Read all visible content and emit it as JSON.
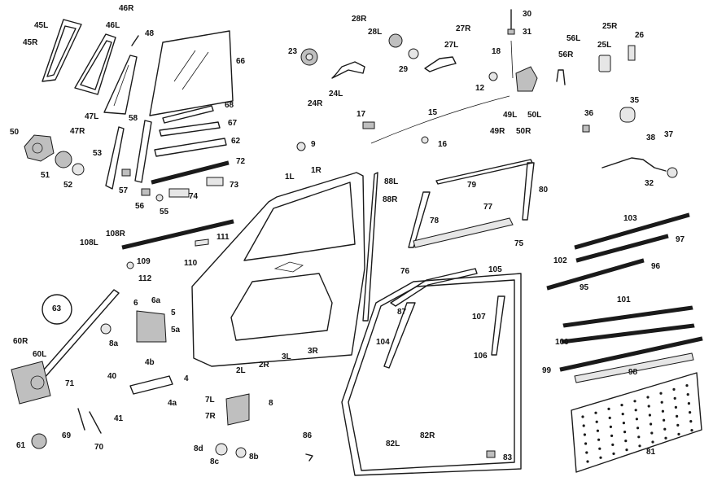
{
  "labels": {
    "l_46R": "46R",
    "l_45L": "45L",
    "l_45R": "45R",
    "l_46L": "46L",
    "l_48": "48",
    "l_66": "66",
    "l_28R": "28R",
    "l_28L": "28L",
    "l_27R": "27R",
    "l_27L": "27L",
    "l_23": "23",
    "l_29": "29",
    "l_24L": "24L",
    "l_24R": "24R",
    "l_30": "30",
    "l_31": "31",
    "l_18": "18",
    "l_12": "12",
    "l_25R": "25R",
    "l_25L": "25L",
    "l_26": "26",
    "l_56L": "56L",
    "l_56R": "56R",
    "l_47L": "47L",
    "l_47R": "47R",
    "l_50": "50",
    "l_58": "58",
    "l_68": "68",
    "l_67": "67",
    "l_62": "62",
    "l_72": "72",
    "l_73": "73",
    "l_74": "74",
    "l_53": "53",
    "l_51": "51",
    "l_52": "52",
    "l_57": "57",
    "l_56": "56",
    "l_55": "55",
    "l_17": "17",
    "l_15": "15",
    "l_16": "16",
    "l_9": "9",
    "l_49L": "49L",
    "l_50L": "50L",
    "l_49R": "49R",
    "l_50R": "50R",
    "l_35": "35",
    "l_36": "36",
    "l_38": "38",
    "l_37": "37",
    "l_32": "32",
    "l_1L": "1L",
    "l_1R": "1R",
    "l_88L": "88L",
    "l_88R": "88R",
    "l_79": "79",
    "l_80": "80",
    "l_77": "77",
    "l_78": "78",
    "l_75": "75",
    "l_103": "103",
    "l_97": "97",
    "l_102": "102",
    "l_96": "96",
    "l_95": "95",
    "l_108R": "108R",
    "l_108L": "108L",
    "l_111": "111",
    "l_110": "110",
    "l_109": "109",
    "l_112": "112",
    "l_76": "76",
    "l_105": "105",
    "l_87": "87",
    "l_107": "107",
    "l_104": "104",
    "l_106": "106",
    "l_101": "101",
    "l_100": "100",
    "l_99": "99",
    "l_98": "98",
    "l_63": "63",
    "l_60R": "60R",
    "l_60L": "60L",
    "l_71": "71",
    "l_69": "69",
    "l_70": "70",
    "l_61": "61",
    "l_6": "6",
    "l_6a": "6a",
    "l_5": "5",
    "l_5a": "5a",
    "l_8a": "8a",
    "l_4b": "4b",
    "l_40": "40",
    "l_4": "4",
    "l_4a": "4a",
    "l_41": "41",
    "l_2L": "2L",
    "l_2R": "2R",
    "l_3L": "3L",
    "l_3R": "3R",
    "l_7L": "7L",
    "l_7R": "7R",
    "l_8": "8",
    "l_8d": "8d",
    "l_8c": "8c",
    "l_8b": "8b",
    "l_86": "86",
    "l_82L": "82L",
    "l_82R": "82R",
    "l_83": "83",
    "l_81": "81"
  }
}
